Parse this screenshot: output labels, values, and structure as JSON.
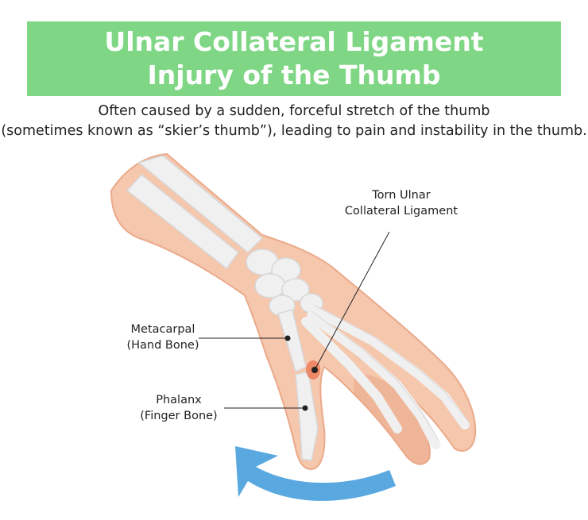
{
  "header": {
    "title_line1": "Ulnar Collateral Ligament",
    "title_line2": "Injury of the Thumb",
    "description_line1": "Often caused by a sudden, forceful stretch of the thumb",
    "description_line2": "(sometimes known as “skier’s thumb”), leading to pain and instability in the thumb."
  },
  "labels": {
    "torn_ligament_line1": "Torn Ulnar",
    "torn_ligament_line2": "Collateral Ligament",
    "metacarpal_line1": "Metacarpal",
    "metacarpal_line2": "(Hand Bone)",
    "phalanx_line1": "Phalanx",
    "phalanx_line2": "(Finger Bone)"
  },
  "colors": {
    "banner": "#7fd685",
    "skin": "#f5c7ad",
    "skin_dark": "#eba98a",
    "bone": "#f0f0f0",
    "injury": "#e8542a",
    "arrow": "#5aa8e0"
  }
}
